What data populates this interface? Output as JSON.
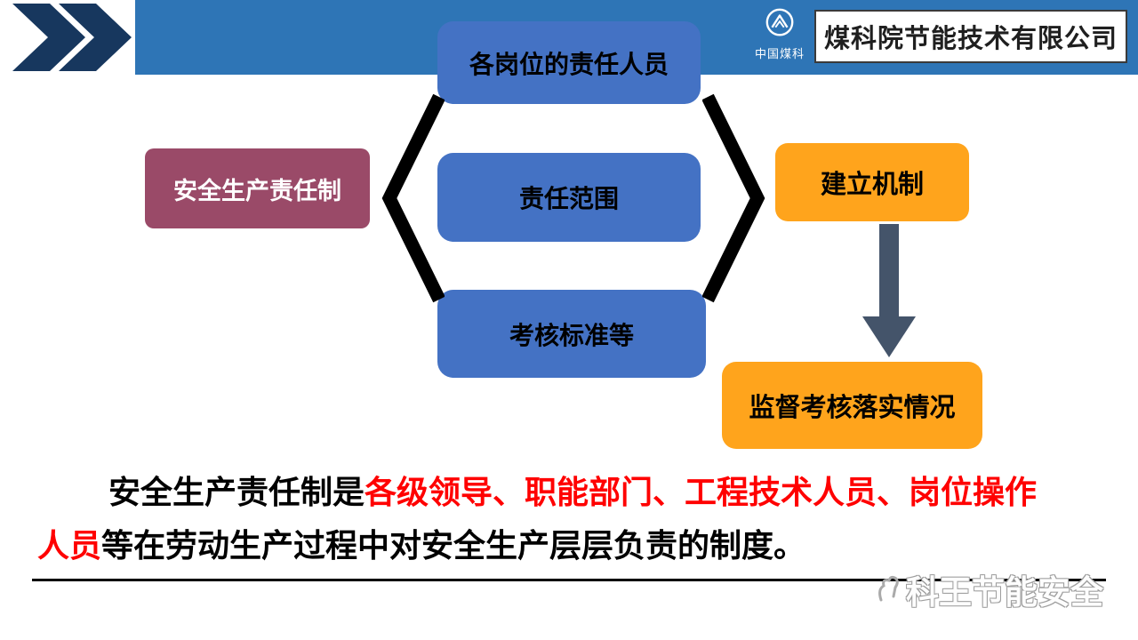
{
  "header": {
    "company_name": "煤科院节能技术有限公司",
    "logo_text": "中国煤科"
  },
  "diagram": {
    "source_box": {
      "label": "安全生产责任制"
    },
    "center_boxes": [
      {
        "label": "各岗位的责任人员"
      },
      {
        "label": "责任范围"
      },
      {
        "label": "考核标准等"
      }
    ],
    "mechanism_box": {
      "label": "建立机制"
    },
    "supervision_box": {
      "label": "监督考核落实情况"
    }
  },
  "paragraph": {
    "part1": "安全生产责任制是",
    "part2": "各级领导、职能部门、工程技术人员、岗位操作人员",
    "part3": "等在劳动生产过程中对安全生产层层负责的制度。"
  },
  "watermark": {
    "text": "科王节能安全"
  },
  "colors": {
    "header_blue": "#2E75B6",
    "chevron_navy": "#17375E",
    "source_maroon": "#9A4A68",
    "item_blue": "#4472C4",
    "orange": "#FFA41C",
    "arrow_slate": "#44546A",
    "emphasis_red": "#FF0000"
  }
}
